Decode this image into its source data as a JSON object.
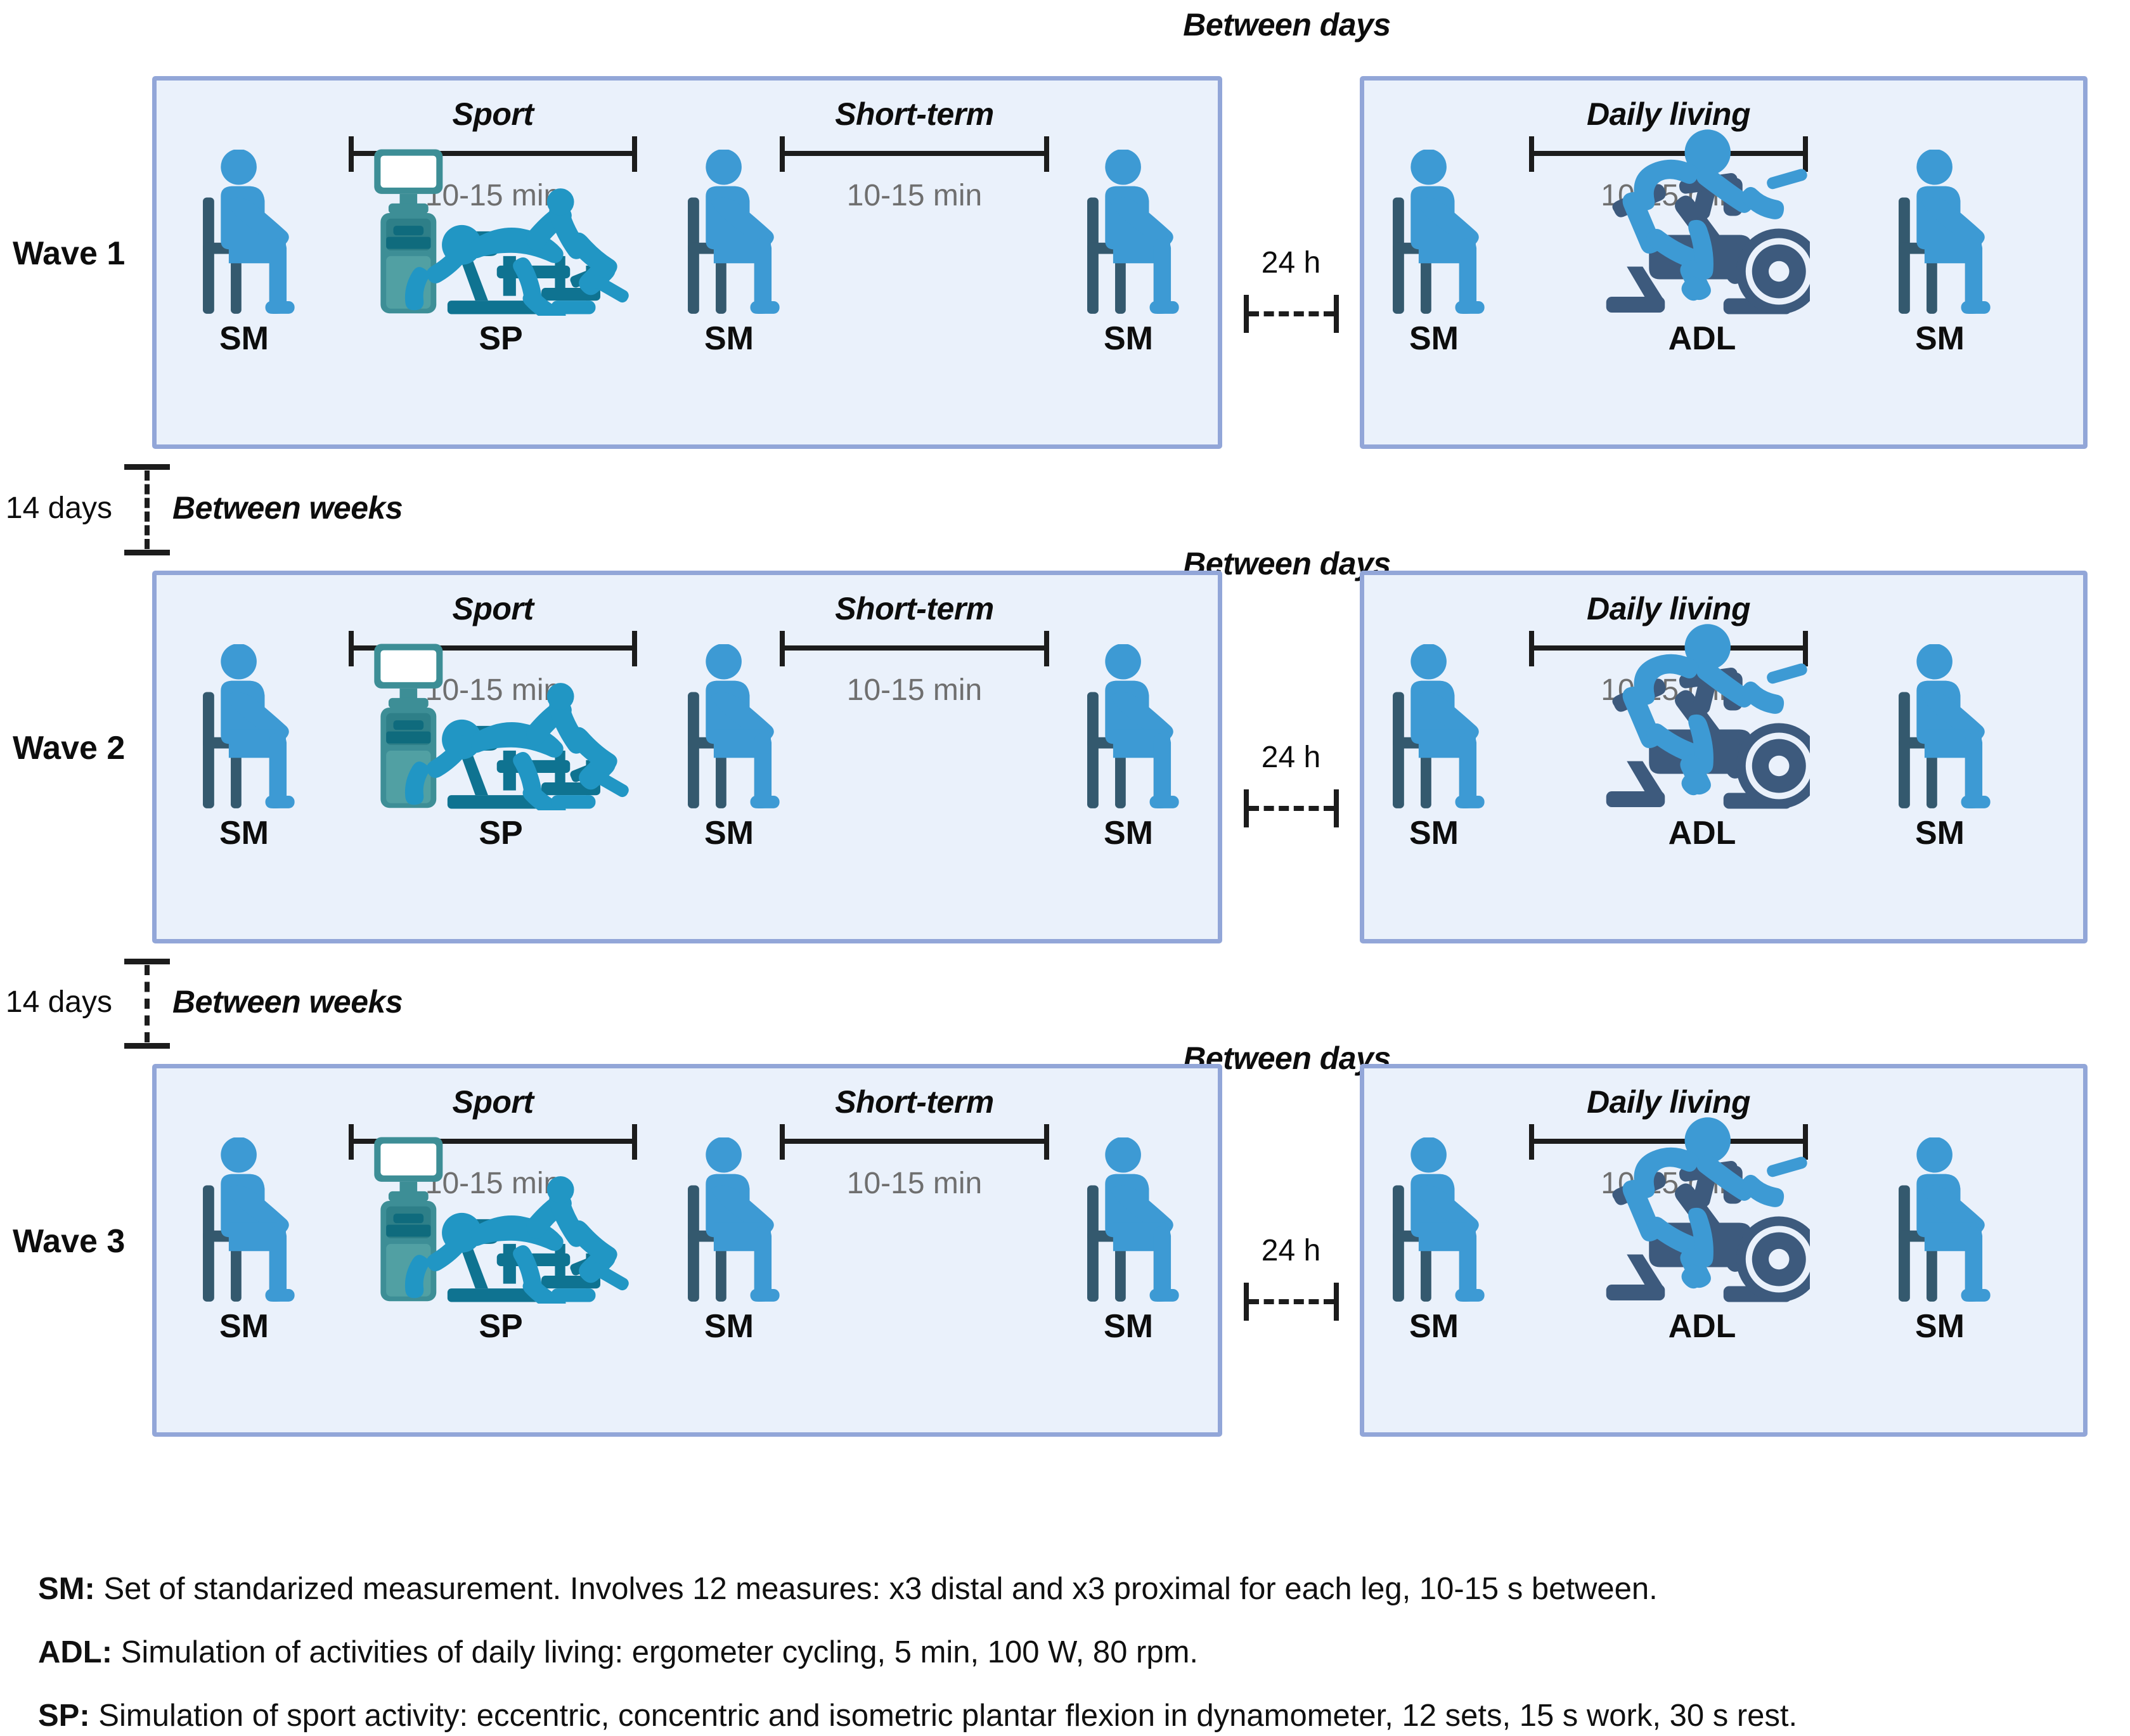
{
  "figure": {
    "title_between_days": "Between days",
    "title_between_weeks": "Between weeks",
    "interval_days": "14 days",
    "interval_hours": "24 h",
    "duration": "10-15 min",
    "colors": {
      "panel_fill": "#eaf1fb",
      "panel_border": "#92a6d8",
      "person_blue": "#3d9ad4",
      "chair_dark": "#34596e",
      "bike_dark": "#3d5a7d",
      "dyno_teal": "#0f7391",
      "monitor_teal": "#3d8e96",
      "sub_gray": "#6f6f6f"
    }
  },
  "brackets": {
    "sport": "Sport",
    "short_term": "Short-term",
    "daily_living": "Daily living"
  },
  "waves": [
    {
      "label": "Wave 1",
      "left_panel": [
        {
          "icon": "seated-person-icon",
          "label": "SM"
        },
        {
          "icon": "dynamometer-icon",
          "label": "SP"
        },
        {
          "icon": "seated-person-icon",
          "label": "SM"
        },
        {
          "icon": "seated-person-icon",
          "label": "SM"
        }
      ],
      "right_panel": [
        {
          "icon": "seated-person-icon",
          "label": "SM"
        },
        {
          "icon": "cyclist-ergometer-icon",
          "label": "ADL"
        },
        {
          "icon": "seated-person-icon",
          "label": "SM"
        }
      ]
    },
    {
      "label": "Wave 2",
      "left_panel": [
        {
          "icon": "seated-person-icon",
          "label": "SM"
        },
        {
          "icon": "dynamometer-icon",
          "label": "SP"
        },
        {
          "icon": "seated-person-icon",
          "label": "SM"
        },
        {
          "icon": "seated-person-icon",
          "label": "SM"
        }
      ],
      "right_panel": [
        {
          "icon": "seated-person-icon",
          "label": "SM"
        },
        {
          "icon": "cyclist-ergometer-icon",
          "label": "ADL"
        },
        {
          "icon": "seated-person-icon",
          "label": "SM"
        }
      ]
    },
    {
      "label": "Wave 3",
      "left_panel": [
        {
          "icon": "seated-person-icon",
          "label": "SM"
        },
        {
          "icon": "dynamometer-icon",
          "label": "SP"
        },
        {
          "icon": "seated-person-icon",
          "label": "SM"
        },
        {
          "icon": "seated-person-icon",
          "label": "SM"
        }
      ],
      "right_panel": [
        {
          "icon": "seated-person-icon",
          "label": "SM"
        },
        {
          "icon": "cyclist-ergometer-icon",
          "label": "ADL"
        },
        {
          "icon": "seated-person-icon",
          "label": "SM"
        }
      ]
    }
  ],
  "legend": [
    {
      "term": "SM:",
      "text": " Set of standarized measurement. Involves 12 measures: x3 distal and x3 proximal for each leg, 10-15 s between."
    },
    {
      "term": "ADL:",
      "text": " Simulation of activities of daily living: ergometer cycling, 5 min, 100 W, 80 rpm."
    },
    {
      "term": "SP:",
      "text": " Simulation of sport activity: eccentric, concentric and isometric plantar flexion in dynamometer, 12 sets, 15 s work, 30 s rest."
    }
  ]
}
